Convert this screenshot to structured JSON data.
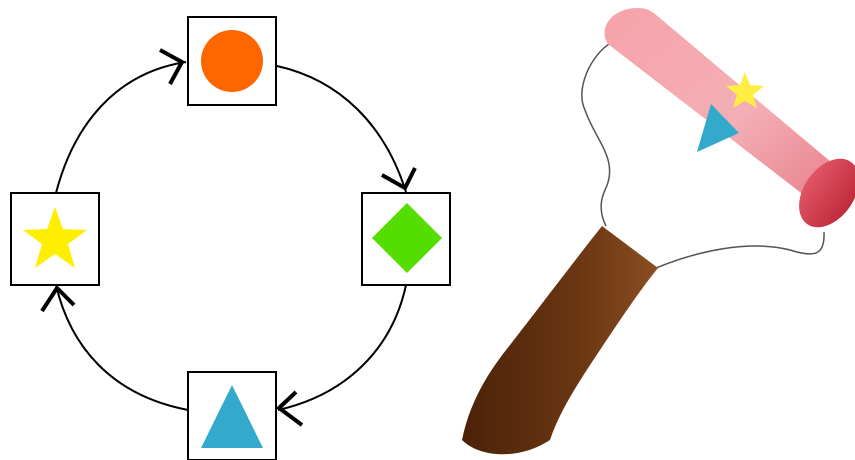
{
  "cycle_diagram": {
    "nodes": [
      {
        "id": "top",
        "shape": "circle",
        "icon": "circle-icon",
        "color": "#ff6600"
      },
      {
        "id": "right",
        "shape": "diamond",
        "icon": "diamond-icon",
        "color": "#55dd00"
      },
      {
        "id": "bottom",
        "shape": "triangle",
        "icon": "triangle-icon",
        "color": "#33aacc"
      },
      {
        "id": "left",
        "shape": "star",
        "icon": "star-icon",
        "color": "#ffee00"
      }
    ],
    "direction": "clockwise",
    "box_stroke": "#000000",
    "arrow_color": "#000000"
  },
  "paint_roller": {
    "icon": "paint-roller-icon",
    "roller_color": "#f49ba2",
    "handle_color": "#5c2e10",
    "wire_color": "#555555",
    "roller_marks": [
      {
        "shape": "star",
        "icon": "star-icon",
        "color": "#ffee44"
      },
      {
        "shape": "triangle",
        "icon": "triangle-icon",
        "color": "#33aacc"
      }
    ]
  }
}
